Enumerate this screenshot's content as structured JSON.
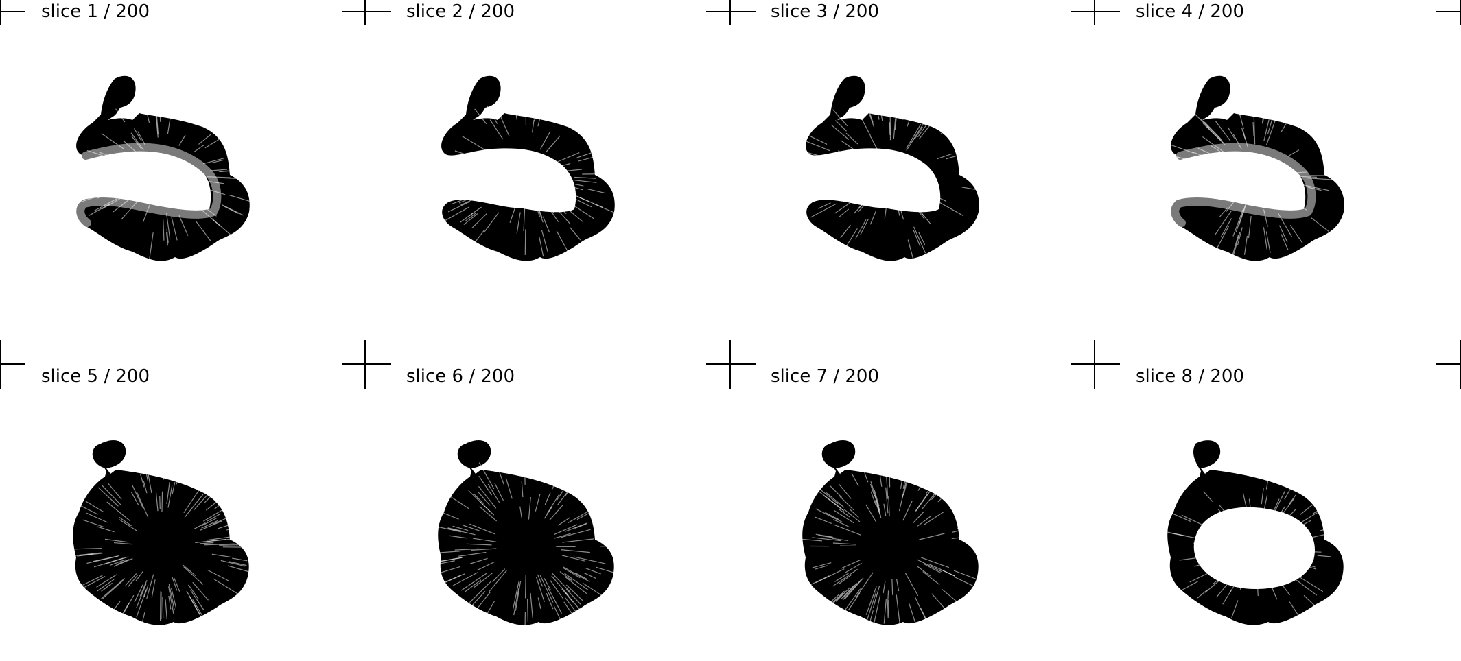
{
  "panels": [
    {
      "label": "slice 1 / 200",
      "variant": "open"
    },
    {
      "label": "slice 2 / 200",
      "variant": "solid-open"
    },
    {
      "label": "slice 3 / 200",
      "variant": "solid-open"
    },
    {
      "label": "slice 4 / 200",
      "variant": "open"
    },
    {
      "label": "slice 5 / 200",
      "variant": "filled"
    },
    {
      "label": "slice 6 / 200",
      "variant": "filled"
    },
    {
      "label": "slice 7 / 200",
      "variant": "filled"
    },
    {
      "label": "slice 8 / 200",
      "variant": "ring"
    }
  ],
  "colors": {
    "ink": "#000000",
    "background": "#ffffff",
    "highlight": "#7a7a7a"
  }
}
